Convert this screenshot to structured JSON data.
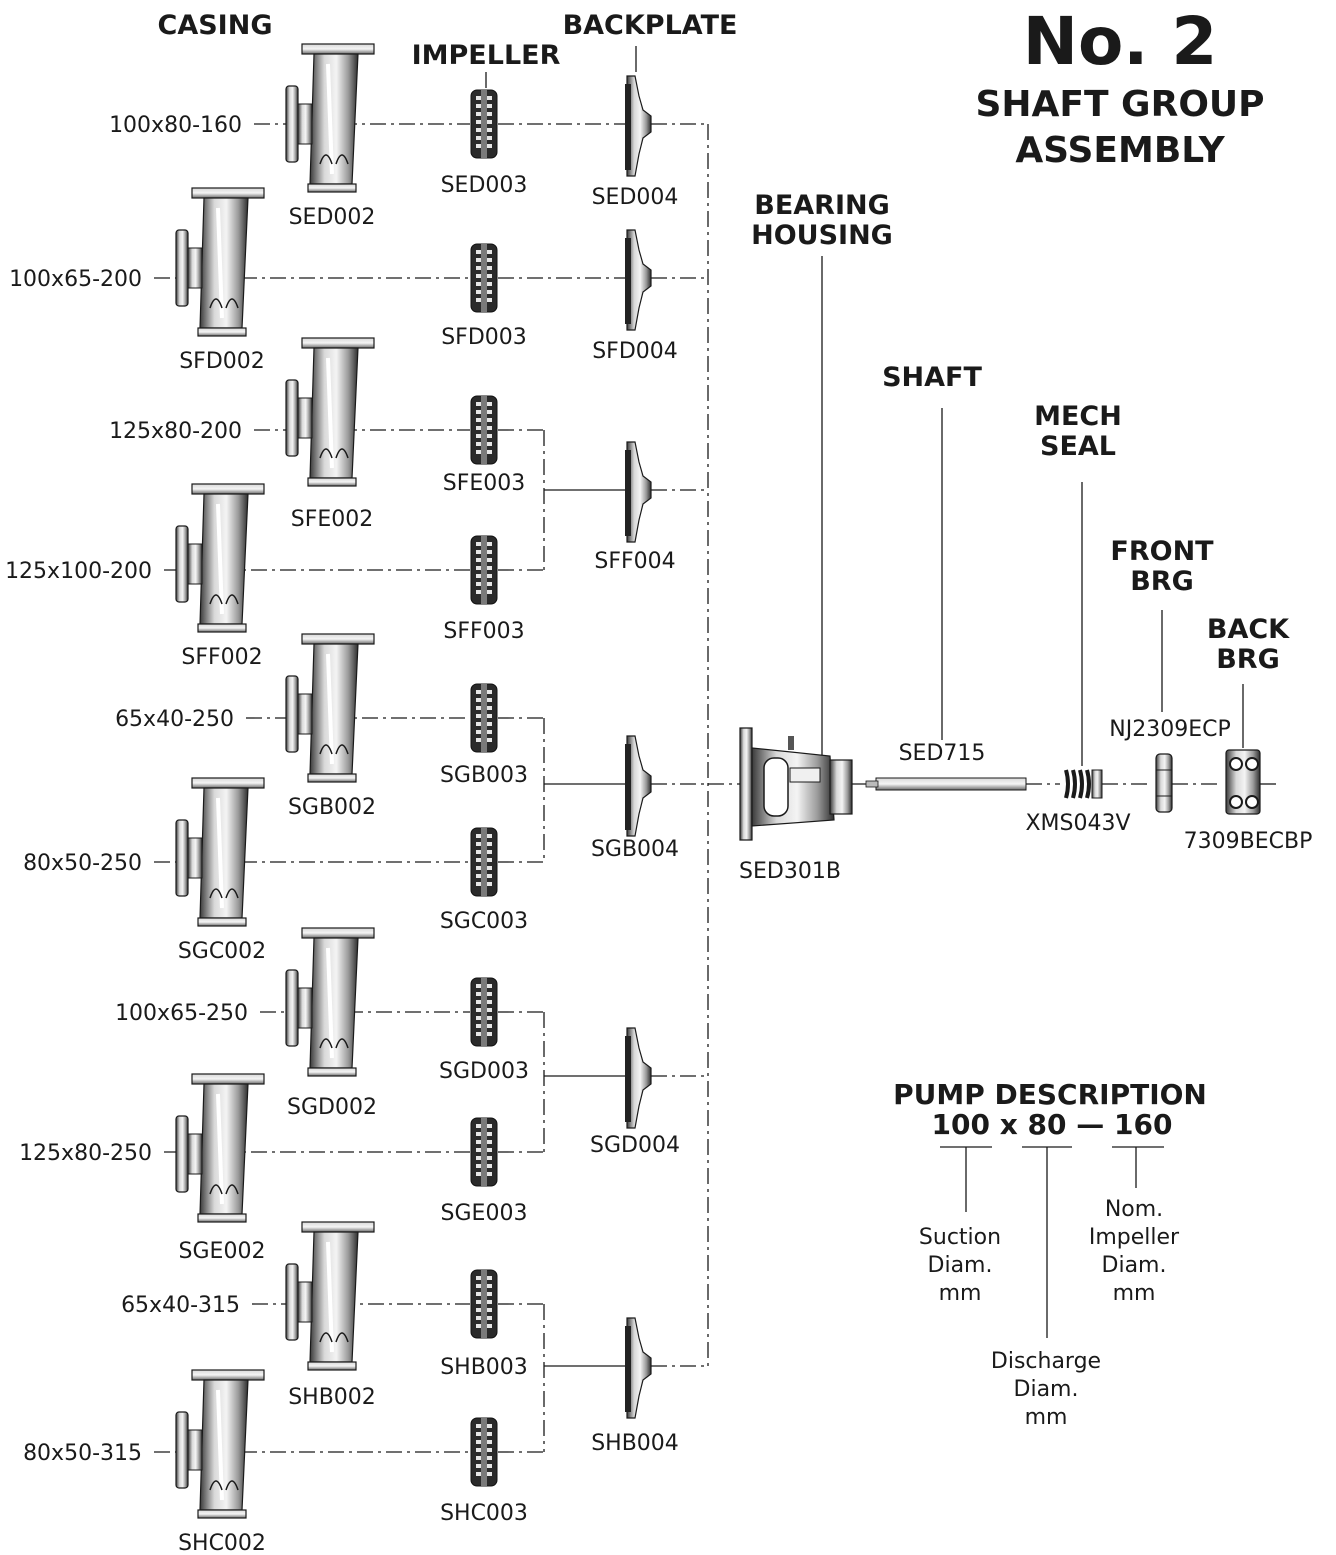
{
  "title": {
    "line1": "No. 2",
    "line2": "SHAFT GROUP",
    "line3": "ASSEMBLY"
  },
  "headers": {
    "casing": "CASING",
    "impeller": "IMPELLER",
    "backplate": "BACKPLATE",
    "bearing_housing": [
      "BEARING",
      "HOUSING"
    ],
    "shaft": "SHAFT",
    "mech_seal": [
      "MECH",
      "SEAL"
    ],
    "front_brg": [
      "FRONT",
      "BRG"
    ],
    "back_brg": [
      "BACK",
      "BRG"
    ]
  },
  "pumps": [
    {
      "size": "100x80-160",
      "casing": "SED002",
      "impeller": "SED003"
    },
    {
      "size": "100x65-200",
      "casing": "SFD002",
      "impeller": "SFD003"
    },
    {
      "size": "125x80-200",
      "casing": "SFE002",
      "impeller": "SFE003"
    },
    {
      "size": "125x100-200",
      "casing": "SFF002",
      "impeller": "SFF003"
    },
    {
      "size": "65x40-250",
      "casing": "SGB002",
      "impeller": "SGB003"
    },
    {
      "size": "80x50-250",
      "casing": "SGC002",
      "impeller": "SGC003"
    },
    {
      "size": "100x65-250",
      "casing": "SGD002",
      "impeller": "SGD003"
    },
    {
      "size": "125x80-250",
      "casing": "SGE002",
      "impeller": "SGE003"
    },
    {
      "size": "65x40-315",
      "casing": "SHB002",
      "impeller": "SHB003"
    },
    {
      "size": "80x50-315",
      "casing": "SHC002",
      "impeller": "SHC003"
    }
  ],
  "backplates": [
    "SED004",
    "SFD004",
    "SFF004",
    "SGB004",
    "SGD004",
    "SHB004"
  ],
  "common_parts": {
    "bearing_housing": "SED301B",
    "shaft": "SED715",
    "mech_seal": "XMS043V",
    "front_brg": "NJ2309ECP",
    "back_brg": "7309BECBP"
  },
  "pump_description": {
    "title": "PUMP DESCRIPTION",
    "example": "100 x 80 — 160",
    "suction": [
      "Suction",
      "Diam.",
      "mm"
    ],
    "discharge": [
      "Discharge",
      "Diam.",
      "mm"
    ],
    "impeller": [
      "Nom.",
      "Impeller",
      "Diam.",
      "mm"
    ]
  },
  "colors": {
    "ink": "#1a1a1a",
    "metal_dark": "#3a3a3a",
    "metal_light": "#d9d9d9",
    "background": "#ffffff"
  }
}
